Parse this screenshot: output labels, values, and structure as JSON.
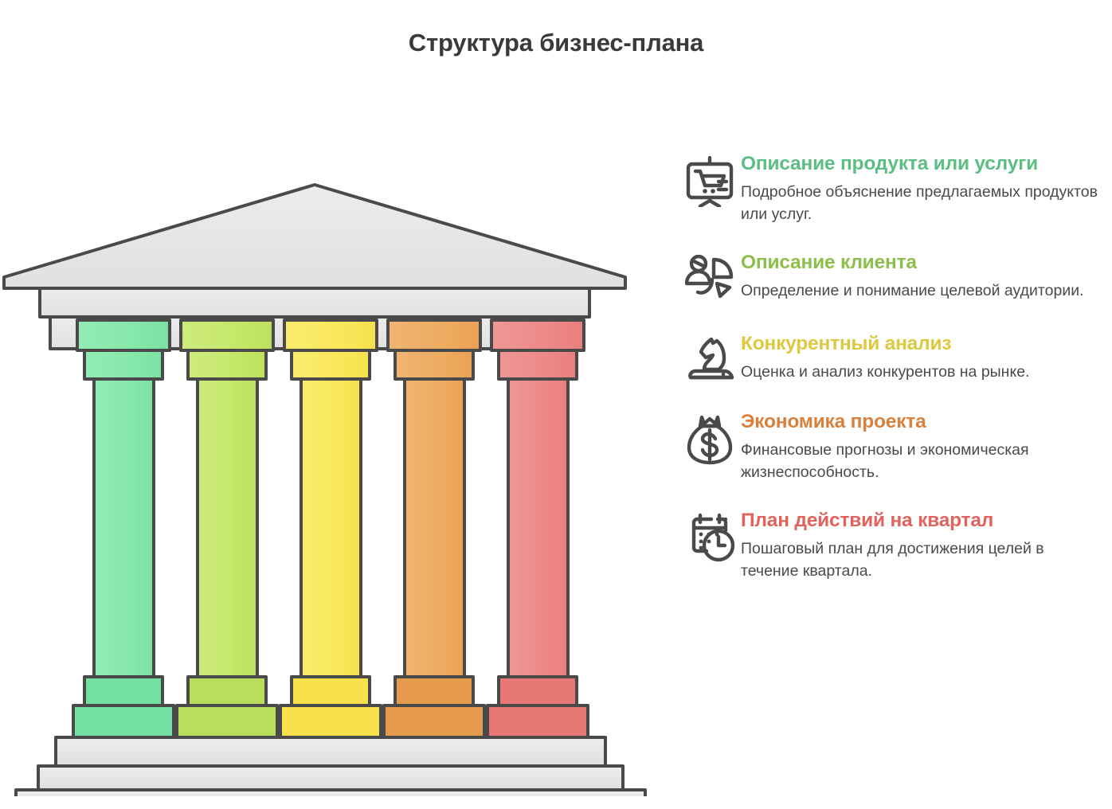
{
  "title": "Структура бизнес-плана",
  "colors": {
    "stone_fill": "#e6e6e6",
    "stone_fill_light": "#ededed",
    "outline": "#4a4a4a",
    "icon": "#4a4a4a",
    "body_text": "#4a4a4a",
    "title_text": "#3a3a3a"
  },
  "temple": {
    "name": "business-plan-temple",
    "columns": [
      {
        "name": "column-product-description",
        "fill": "#87e8ad",
        "fill_dark": "#6fd99a",
        "heading_color": "#5cbe82"
      },
      {
        "name": "column-customer-description",
        "fill": "#c6e86b",
        "fill_dark": "#b4d955",
        "heading_color": "#8cbf4a"
      },
      {
        "name": "column-competitive-analysis",
        "fill": "#fae85c",
        "fill_dark": "#f2dc45",
        "heading_color": "#ddc83f"
      },
      {
        "name": "column-project-economics",
        "fill": "#eeac63",
        "fill_dark": "#e79b4c",
        "heading_color": "#d9813c"
      },
      {
        "name": "column-quarter-action-plan",
        "fill": "#ed8b89",
        "fill_dark": "#e67775",
        "heading_color": "#e2625c"
      }
    ]
  },
  "list": {
    "items": [
      {
        "icon": "presentation-cart-icon",
        "heading": "Описание продукта или услуги",
        "desc": "Подробное объяснение предлагаемых продуктов или услуг.",
        "color": "#5cbe82"
      },
      {
        "icon": "person-pie-chart-icon",
        "heading": "Описание клиента",
        "desc": "Определение и понимание целевой аудитории.",
        "color": "#8cbf4a"
      },
      {
        "icon": "chess-knight-icon",
        "heading": "Конкурентный анализ",
        "desc": "Оценка и анализ конкурентов на рынке.",
        "color": "#ddc83f"
      },
      {
        "icon": "money-bag-icon",
        "heading": "Экономика проекта",
        "desc": "Финансовые прогнозы и экономическая жизнеспособность.",
        "color": "#d9813c"
      },
      {
        "icon": "calendar-clock-icon",
        "heading": "План действий на квартал",
        "desc": "Пошаговый план для достижения целей в течение квартала.",
        "color": "#e2625c"
      }
    ]
  }
}
